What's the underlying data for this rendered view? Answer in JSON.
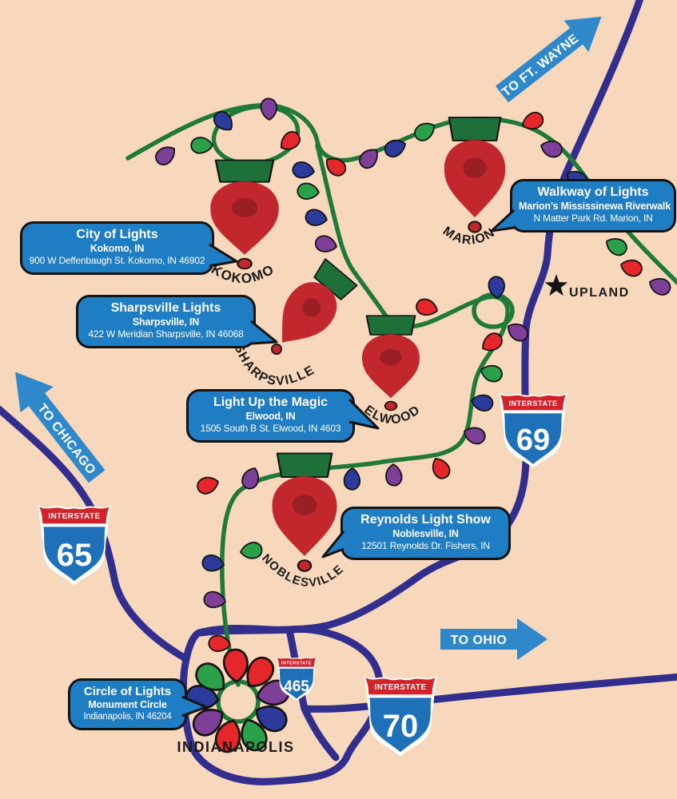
{
  "palette": {
    "bg": "#f8d8bc",
    "road": "#322e8e",
    "string-green": "#1f7a39",
    "cap-green": "#1c7038",
    "marker-red": "#c1272d",
    "marker-inner": "#9a1f24",
    "bulb-red": "#e5262b",
    "bulb-green": "#2aa149",
    "bulb-blue": "#2b3a9b",
    "bulb-purple": "#7d3f98",
    "callout-blue": "#1f7dc3",
    "callout-border": "#131313",
    "arrow-blue": "#2e88c9",
    "shield-red": "#d3222a",
    "shield-blue": "#1e70b8",
    "ink": "#1a1a1a"
  },
  "cities": {
    "kokomo": {
      "label": "KOKOMO"
    },
    "marion": {
      "label": "MARION"
    },
    "sharpsville": {
      "label": "SHARPSVILLE"
    },
    "elwood": {
      "label": "ELWOOD"
    },
    "noblesville": {
      "label": "NOBLESVILLE"
    },
    "indianapolis": {
      "label": "INDIANAPOLIS"
    },
    "upland": {
      "label": "UPLAND"
    }
  },
  "callouts": {
    "kokomo": {
      "title": "City of Lights",
      "subtitle": "Kokomo, IN",
      "address": "900 W Deffenbaugh St. Kokomo, IN 46902"
    },
    "marion": {
      "title": "Walkway of Lights",
      "subtitle": "Marion’s Mississinewa Riverwalk",
      "address": "N Matter Park Rd. Marion, IN"
    },
    "sharpsville": {
      "title": "Sharpsville Lights",
      "subtitle": "Sharpsville, IN",
      "address": "422 W Meridian Sharpsville, IN 46068"
    },
    "elwood": {
      "title": "Light Up the Magic",
      "subtitle": "Elwood, IN",
      "address": "1505 South B St. Elwood, IN 4603"
    },
    "noblesville": {
      "title": "Reynolds Light Show",
      "subtitle": "Noblesville, IN",
      "address": "12501 Reynolds Dr. Fishers, IN"
    },
    "indianapolis": {
      "title": "Circle of Lights",
      "subtitle": "Monument Circle",
      "address": "Indianapolis, IN 46204"
    }
  },
  "arrows": {
    "ft_wayne": {
      "label": "TO FT. WAYNE"
    },
    "chicago": {
      "label": "TO CHICAGO"
    },
    "ohio": {
      "label": "TO OHIO"
    }
  },
  "shields": {
    "banner": "INTERSTATE",
    "i69": {
      "number": "69"
    },
    "i65": {
      "number": "65"
    },
    "i70": {
      "number": "70"
    },
    "i465": {
      "number": "465"
    }
  }
}
